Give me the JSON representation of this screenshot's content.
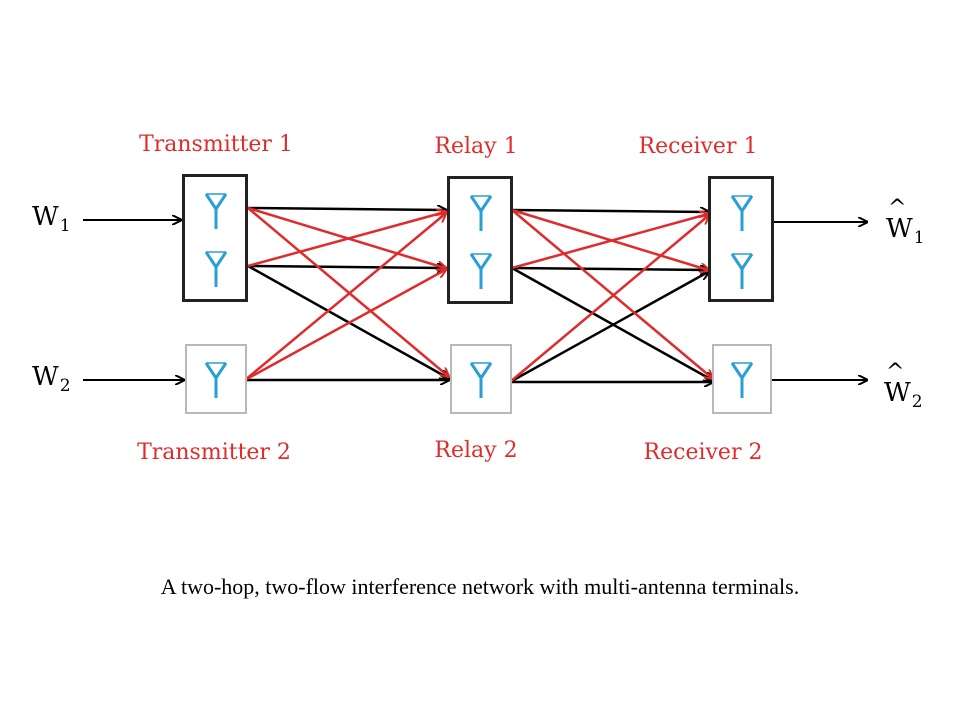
{
  "nodes": {
    "transmitter1": "Transmitter 1",
    "transmitter2": "Transmitter 2",
    "relay1": "Relay 1",
    "relay2": "Relay 2",
    "receiver1": "Receiver 1",
    "receiver2": "Receiver 2"
  },
  "messages": {
    "w1_base": "W",
    "w1_sub": "1",
    "w2_base": "W",
    "w2_sub": "2",
    "w1hat_base": "W",
    "w1hat_sub": "1",
    "w2hat_base": "W",
    "w2hat_sub": "2",
    "hat": "^"
  },
  "caption": "A  two-hop, two-flow interference network with multi-antenna terminals.",
  "colors": {
    "label": "#e02b2b",
    "interference": "#e02b2b",
    "direct": "#000000",
    "antenna": "#2a9fd6"
  },
  "icons": [
    "antenna-icon",
    "arrow-icon"
  ]
}
